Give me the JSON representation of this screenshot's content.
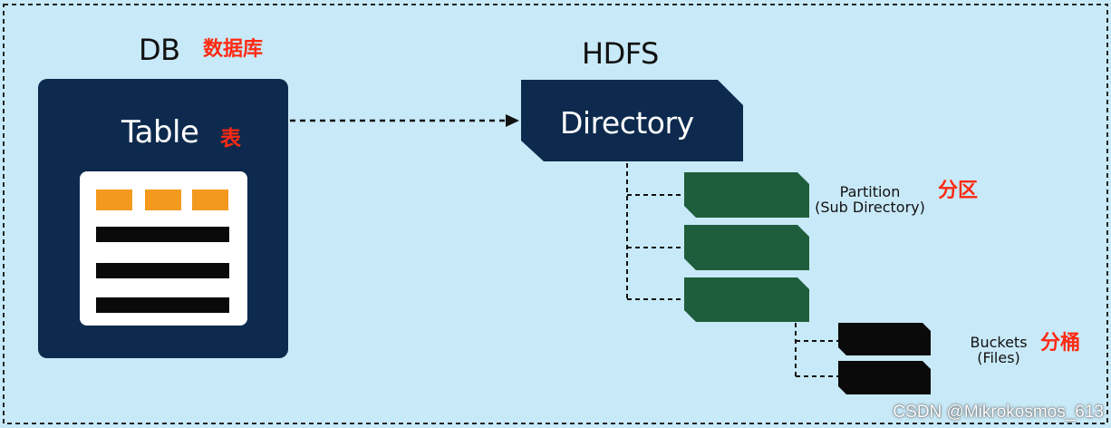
{
  "db": {
    "title": "DB",
    "title_cn": "数据库"
  },
  "table": {
    "label": "Table",
    "label_cn": "表"
  },
  "hdfs": {
    "title": "HDFS"
  },
  "directory": {
    "label": "Directory"
  },
  "partition": {
    "label_line1": "Partition",
    "label_line2": "(Sub Directory)",
    "label_cn": "分区"
  },
  "buckets": {
    "label_line1": "Buckets",
    "label_line2": "(Files)",
    "label_cn": "分桶"
  },
  "watermark": "CSDN @Mikrokosmos_613",
  "colors": {
    "background": "#c8e9f7",
    "db_box": "#0d2a4e",
    "partition": "#1f5e3c",
    "bucket": "#0a0a0a",
    "table_header": "#f39a1e",
    "accent_text": "#ff2a12"
  }
}
